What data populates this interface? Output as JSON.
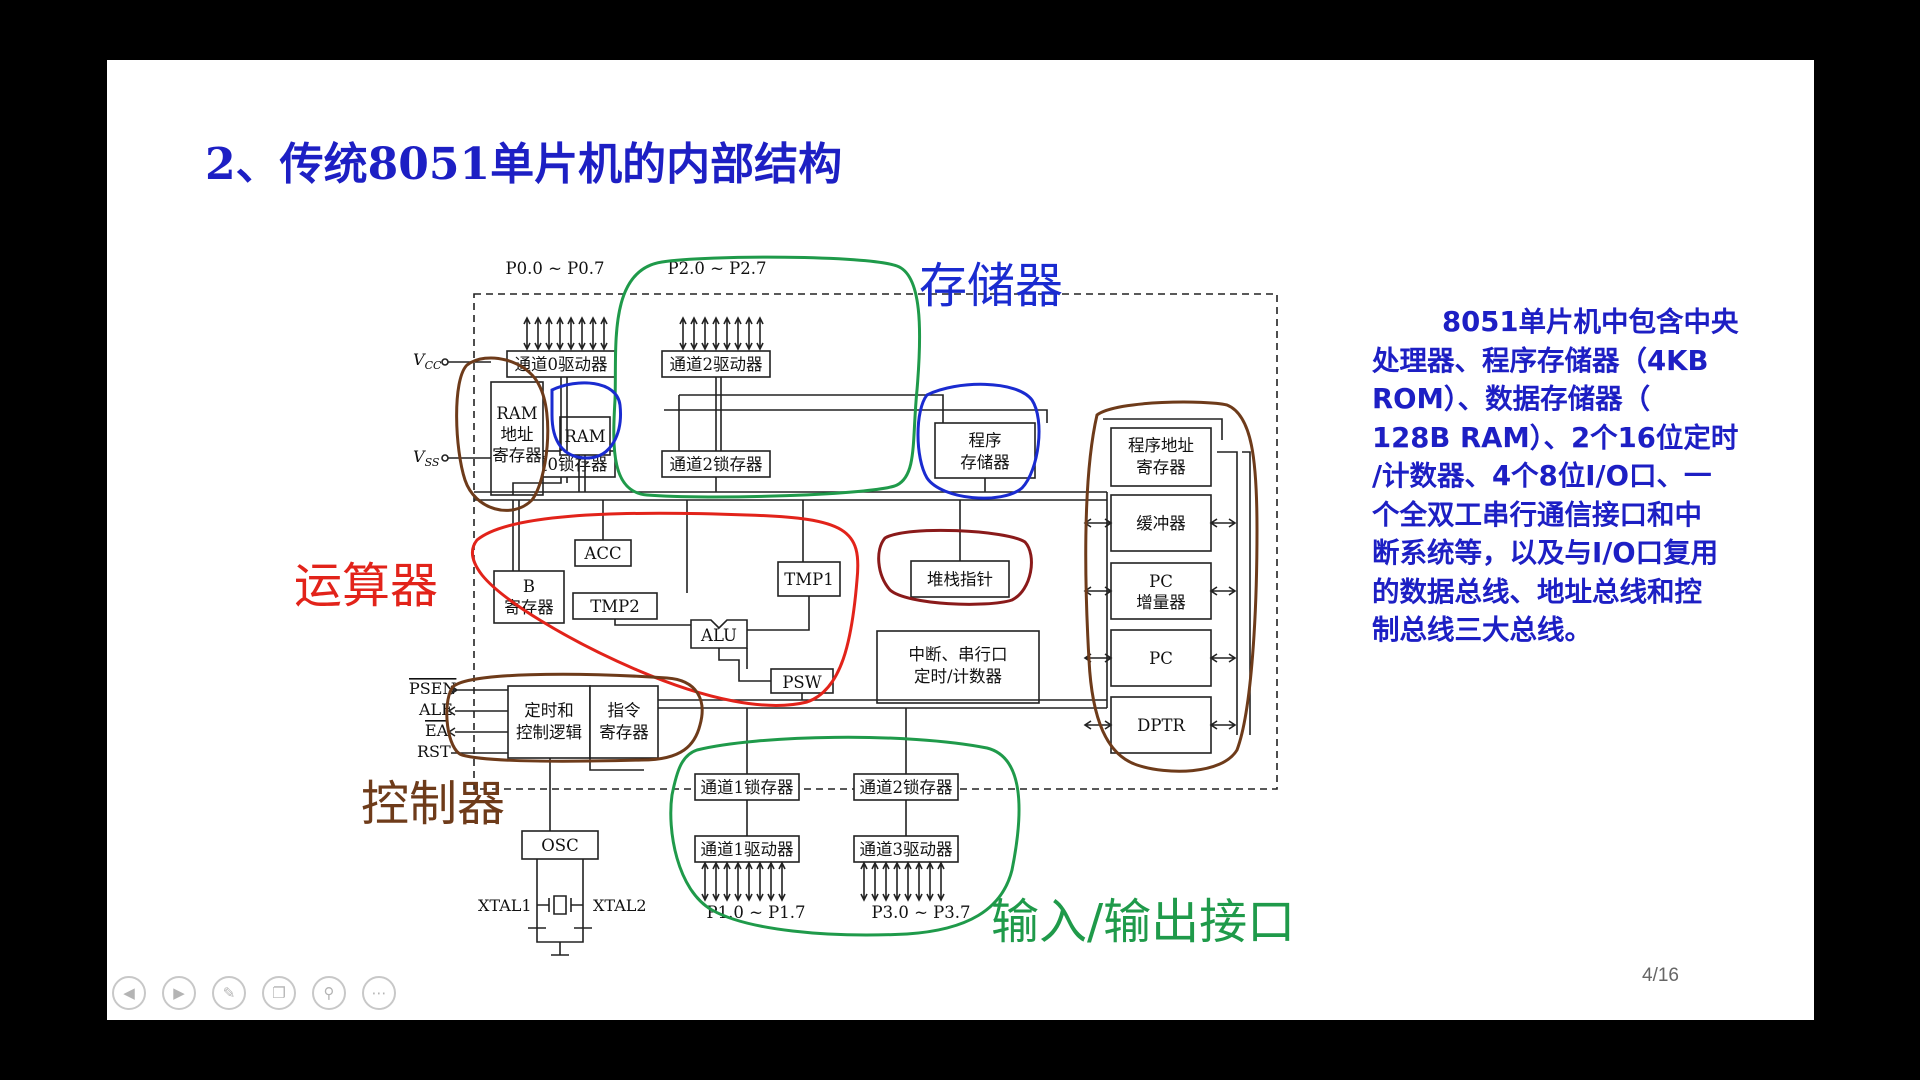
{
  "slide": {
    "title": "2、传统8051单片机的内部结构",
    "description_lines": [
      "8051单片机中包含中央",
      "处理器、程序存储器（4KB",
      "ROM）、数据存储器（",
      "128B RAM）、2个16位定时",
      "/计数器、4个8位I/O口、一",
      "个全双工串行通信接口和中",
      "断系统等，以及与I/O口复用",
      "的数据总线、地址总线和控",
      "制总线三大总线。"
    ],
    "page_number": "4/16"
  },
  "diagram": {
    "ports": {
      "p0": "P0.0 ~ P0.7",
      "p2": "P2.0 ~ P2.7",
      "p1": "P1.0 ~ P1.7",
      "p3": "P3.0 ~ P3.7"
    },
    "pins": {
      "vcc": "V",
      "vcc_sub": "CC",
      "vss": "V",
      "vss_sub": "SS",
      "psen": "PSEN",
      "ale": "ALE",
      "ea": "EA",
      "rst": "RST",
      "xtal1": "XTAL1",
      "xtal2": "XTAL2"
    },
    "blocks": {
      "p0_driver": "通道0驱动器",
      "p2_driver": "通道2驱动器",
      "p0_latch": "通道0锁存器",
      "p2_latch": "通道2锁存器",
      "ram_addr_1": "RAM",
      "ram_addr_2": "地址",
      "ram_addr_3": "寄存器",
      "ram": "RAM",
      "program_memory_1": "程序",
      "program_memory_2": "存储器",
      "prog_addr_reg_1": "程序地址",
      "prog_addr_reg_2": "寄存器",
      "buffer": "缓冲器",
      "pc_inc_1": "PC",
      "pc_inc_2": "增量器",
      "pc": "PC",
      "dptr": "DPTR",
      "acc": "ACC",
      "b_reg_1": "B",
      "b_reg_2": "寄存器",
      "tmp2": "TMP2",
      "tmp1": "TMP1",
      "alu": "ALU",
      "psw": "PSW",
      "stack_pointer": "堆栈指针",
      "interrupt_1": "中断、串行口",
      "interrupt_2": "定时/计数器",
      "timing_control_1": "定时和",
      "timing_control_2": "控制逻辑",
      "instruction_reg_1": "指令",
      "instruction_reg_2": "寄存器",
      "p1_latch": "通道1锁存器",
      "p2b_latch": "通道2锁存器",
      "p1_driver": "通道1驱动器",
      "p3_driver": "通道3驱动器",
      "osc": "OSC"
    },
    "annotations": {
      "memory": "存储器",
      "alu_unit": "运算器",
      "controller": "控制器",
      "io": "输入/输出接口"
    },
    "annotation_colors": {
      "green": "#1f9a4a",
      "blue": "#1a2bd0",
      "red": "#e2231a",
      "brown": "#6e3b1a",
      "darkred": "#8a1a1a"
    }
  },
  "nav_icons": [
    "prev-icon",
    "next-icon",
    "pen-icon",
    "copy-icon",
    "zoom-icon",
    "more-icon"
  ]
}
